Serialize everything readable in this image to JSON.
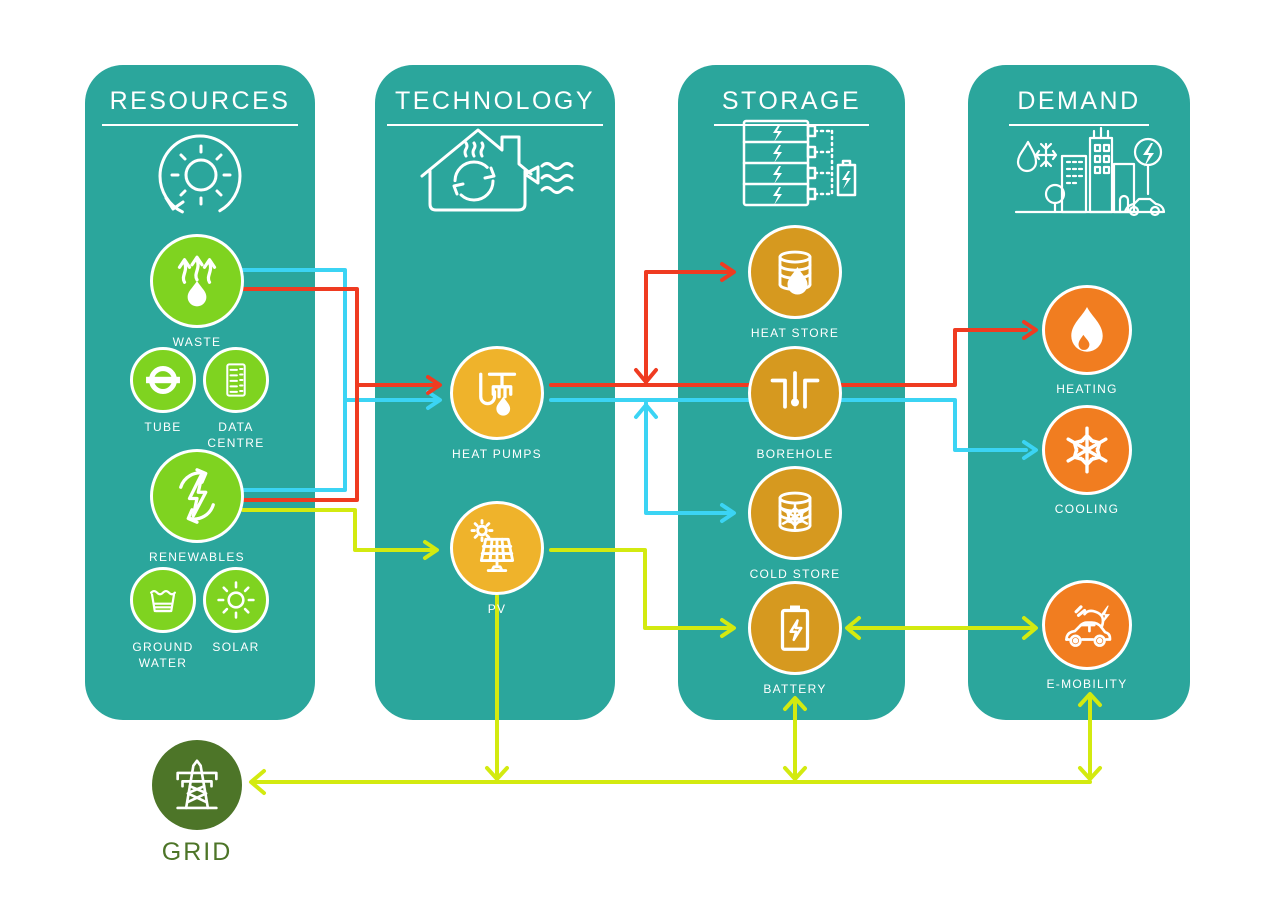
{
  "colors": {
    "column_bg": "#2BA69C",
    "resource_node": "#7FD320",
    "technology_node": "#EFB32B",
    "storage_node": "#D6991F",
    "demand_node": "#F17D20",
    "grid_node": "#4D7528",
    "flow_heat": "#EF3B21",
    "flow_cooling": "#3BD4F4",
    "flow_electricity": "#D3EA10",
    "label_text": "#FFFFFF"
  },
  "columns": [
    {
      "title": "RESOURCES",
      "icon": "renewable-cycle-icon",
      "nodes": [
        {
          "id": "waste",
          "label": "WASTE"
        },
        {
          "id": "tube",
          "label": "TUBE"
        },
        {
          "id": "data-centre",
          "label": "DATA CENTRE"
        },
        {
          "id": "renewables",
          "label": "RENEWABLES"
        },
        {
          "id": "ground-water",
          "label": "GROUND WATER"
        },
        {
          "id": "solar",
          "label": "SOLAR"
        }
      ]
    },
    {
      "title": "TECHNOLOGY",
      "icon": "heat-recovery-house-icon",
      "nodes": [
        {
          "id": "heat-pumps",
          "label": "HEAT PUMPS"
        },
        {
          "id": "pv",
          "label": "PV"
        }
      ]
    },
    {
      "title": "STORAGE",
      "icon": "battery-bank-icon",
      "nodes": [
        {
          "id": "heat-store",
          "label": "HEAT STORE"
        },
        {
          "id": "borehole",
          "label": "BOREHOLE"
        },
        {
          "id": "cold-store",
          "label": "COLD STORE"
        },
        {
          "id": "battery",
          "label": "BATTERY"
        }
      ]
    },
    {
      "title": "DEMAND",
      "icon": "city-demand-icon",
      "nodes": [
        {
          "id": "heating",
          "label": "HEATING"
        },
        {
          "id": "cooling",
          "label": "COOLING"
        },
        {
          "id": "e-mobility",
          "label": "E-MOBILITY"
        }
      ]
    }
  ],
  "grid": {
    "label": "GRID",
    "icon": "pylon-icon"
  },
  "flows": [
    {
      "from": "WASTE",
      "to": "HEAT PUMPS",
      "type": "heat"
    },
    {
      "from": "WASTE",
      "to": "HEAT PUMPS",
      "type": "cooling"
    },
    {
      "from": "RENEWABLES",
      "to": "HEAT PUMPS",
      "type": "heat"
    },
    {
      "from": "RENEWABLES",
      "to": "HEAT PUMPS",
      "type": "cooling"
    },
    {
      "from": "RENEWABLES",
      "to": "PV",
      "type": "electricity"
    },
    {
      "from": "HEAT PUMPS",
      "to": "BOREHOLE",
      "type": "heat"
    },
    {
      "from": "HEAT PUMPS",
      "to": "BOREHOLE",
      "type": "cooling"
    },
    {
      "from": "HEAT PUMPS",
      "to": "HEAT STORE",
      "type": "heat",
      "bidirectional": true
    },
    {
      "from": "HEAT PUMPS",
      "to": "COLD STORE",
      "type": "cooling",
      "bidirectional": true
    },
    {
      "from": "BOREHOLE",
      "to": "HEATING",
      "type": "heat"
    },
    {
      "from": "BOREHOLE",
      "to": "COOLING",
      "type": "cooling"
    },
    {
      "from": "PV",
      "to": "BATTERY",
      "type": "electricity"
    },
    {
      "from": "PV",
      "to": "GRID",
      "type": "electricity"
    },
    {
      "from": "BATTERY",
      "to": "E-MOBILITY",
      "type": "electricity",
      "bidirectional": true
    },
    {
      "from": "BATTERY",
      "to": "GRID",
      "type": "electricity",
      "bidirectional": true
    },
    {
      "from": "E-MOBILITY",
      "to": "GRID",
      "type": "electricity",
      "bidirectional": true
    }
  ]
}
